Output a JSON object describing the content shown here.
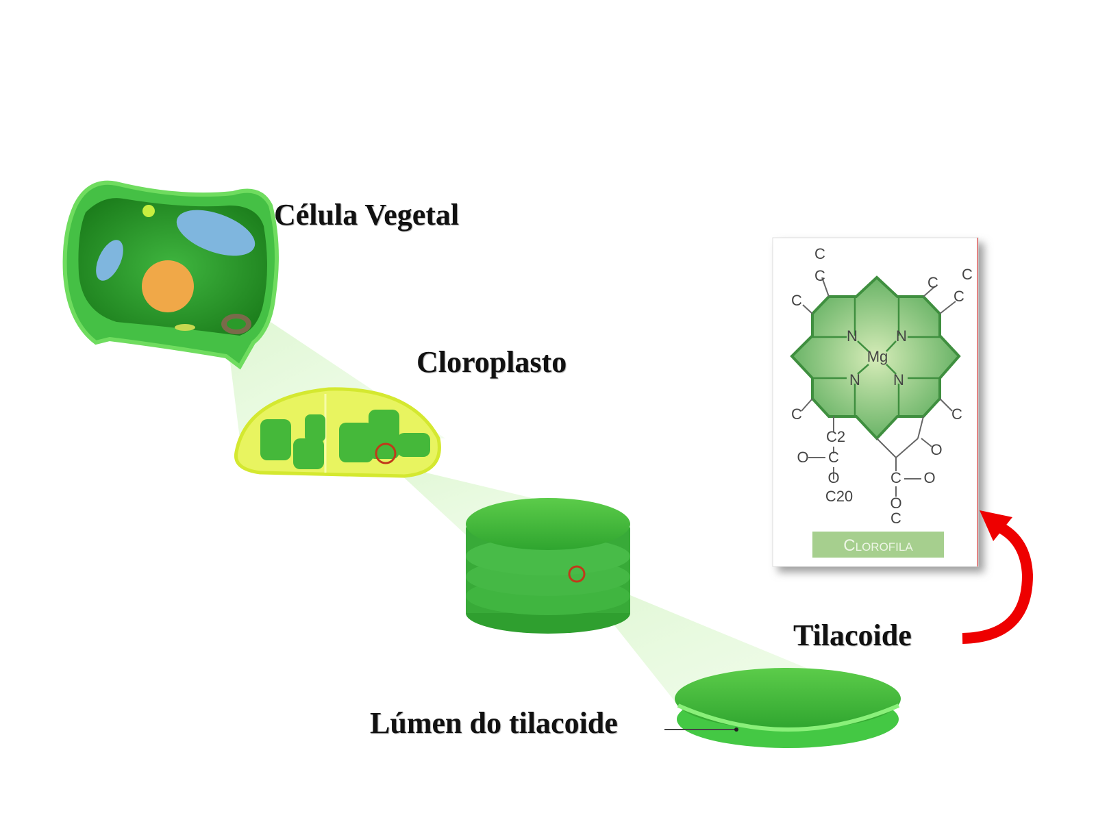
{
  "labels": {
    "cell": "Célula Vegetal",
    "chloroplast": "Cloroplasto",
    "thylakoid": "Tilacoide",
    "lumen": "Lúmen do tilacoide"
  },
  "molecule": {
    "caption": "Clorofila",
    "atoms": [
      "C",
      "C",
      "C",
      "C",
      "C",
      "C",
      "N",
      "N",
      "N",
      "N",
      "Mg",
      "C",
      "C",
      "C2",
      "O",
      "C",
      "O",
      "C20",
      "O",
      "C",
      "O",
      "O",
      "C"
    ]
  },
  "colors": {
    "cell_green": "#2e9e2e",
    "chloroplast_yellow": "#e4f25a",
    "granum_green": "#3fb83f",
    "molecule_green": "#6ab86a",
    "arrow_red": "#ee0000",
    "caption_bg": "#a6cf8e"
  }
}
